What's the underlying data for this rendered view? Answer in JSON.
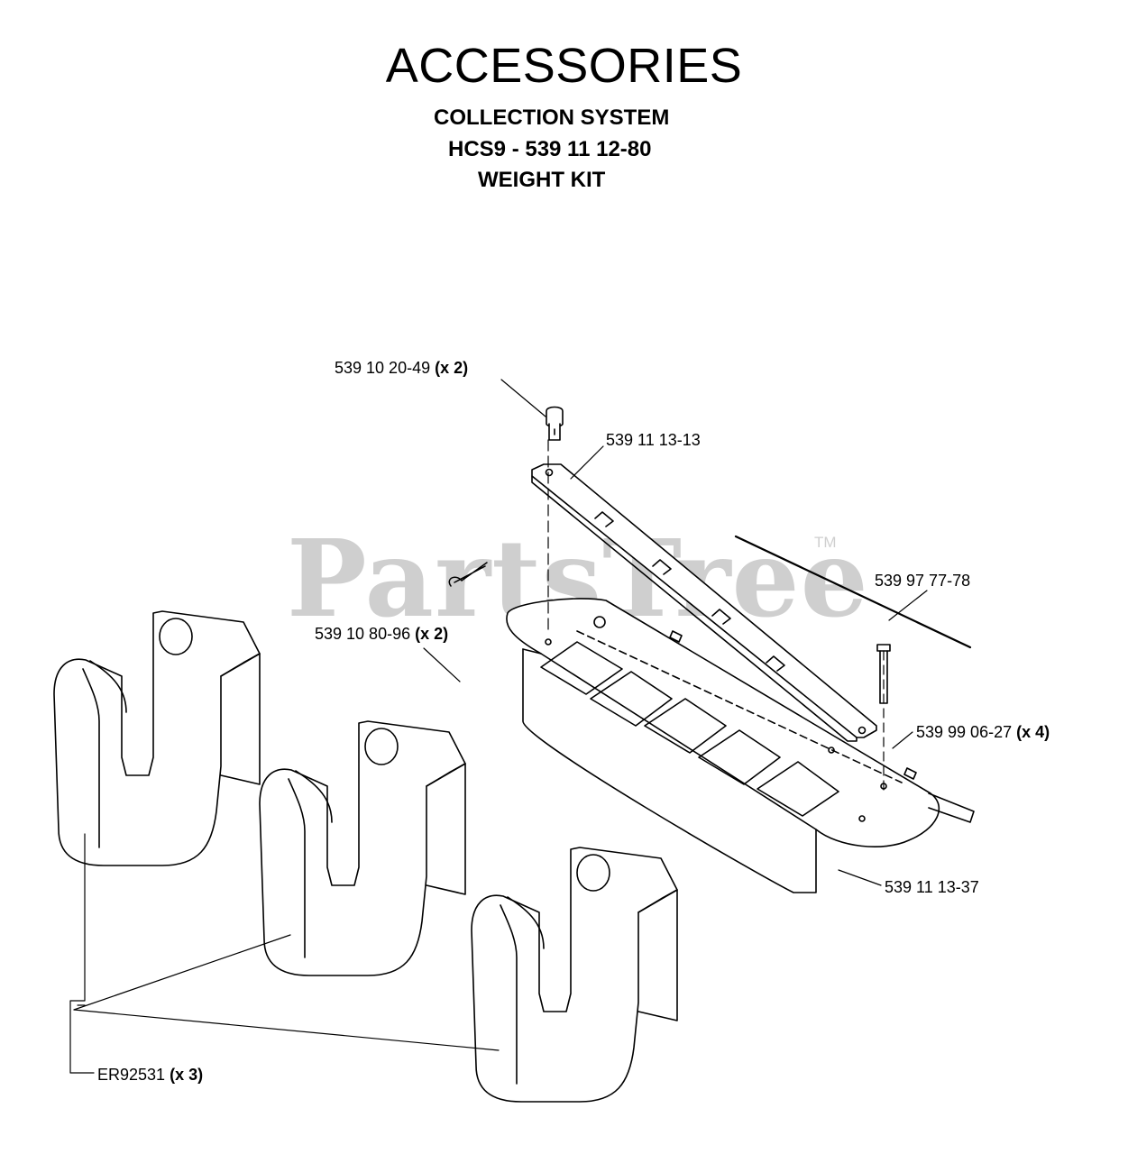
{
  "header": {
    "title": "ACCESSORIES",
    "line1": "COLLECTION SYSTEM",
    "line2": "HCS9 - 539 11 12-80",
    "line3": "WEIGHT KIT"
  },
  "watermark": {
    "text": "PartsTree",
    "mark": "TM"
  },
  "parts": [
    {
      "number": "539 10 20-49",
      "qty": "(x 2)"
    },
    {
      "number": "539 11 13-13",
      "qty": ""
    },
    {
      "number": "539 97 77-78",
      "qty": ""
    },
    {
      "number": "539 10 80-96",
      "qty": "(x 2)"
    },
    {
      "number": "539 99 06-27",
      "qty": "(x 4)"
    },
    {
      "number": "539 11 13-37",
      "qty": ""
    },
    {
      "number": "ER92531",
      "qty": "(x 3)"
    }
  ]
}
